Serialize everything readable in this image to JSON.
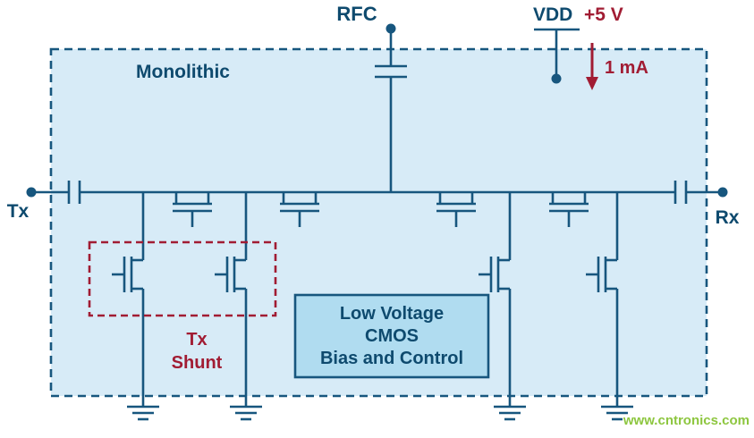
{
  "colors": {
    "line": "#17567e",
    "text_blue": "#0e4a6e",
    "accent_red": "#a11c33",
    "box_fill": "#d7ebf7",
    "cmos_fill": "#b0dcf0",
    "watermark_green": "#8dc63f"
  },
  "diagram": {
    "type": "circuit-schematic",
    "outer_label": "Monolithic",
    "ports": {
      "tx": "Tx",
      "rx": "Rx",
      "rfc": "RFC"
    },
    "power": {
      "vdd": "VDD",
      "voltage": "+5 V",
      "current": "1 mA"
    },
    "tx_shunt": {
      "line1": "Tx",
      "line2": "Shunt"
    },
    "control_block": {
      "line1": "Low Voltage",
      "line2": "CMOS",
      "line3": "Bias and Control"
    },
    "components": {
      "series_fets": 4,
      "shunt_fets": 4,
      "grounds": 4,
      "capacitors": 3
    }
  },
  "watermark": "www.cntronics.com"
}
